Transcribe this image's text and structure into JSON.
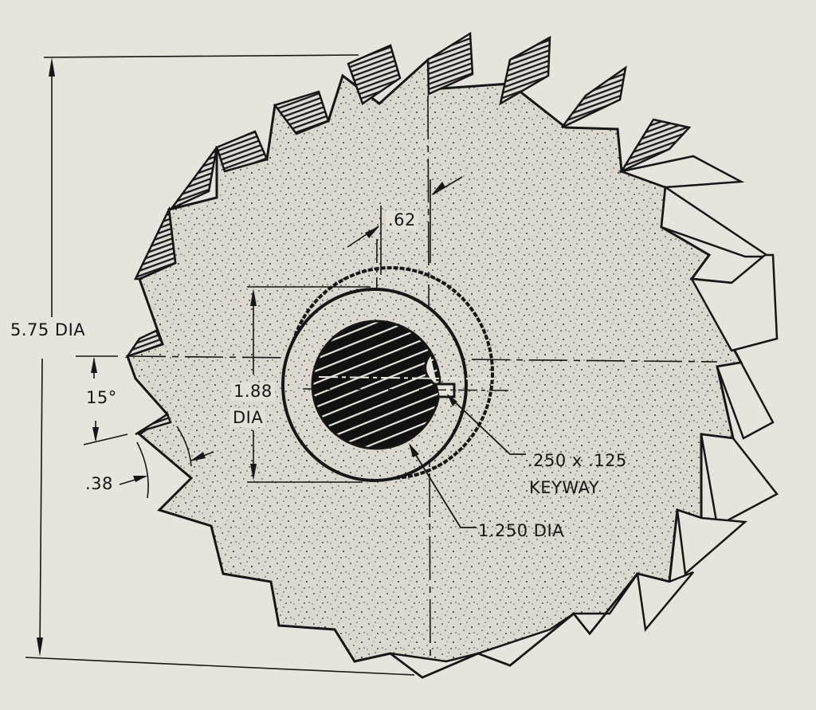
{
  "drawing": {
    "subject": "Saw-tooth milling cutter (plain metal slitting saw)",
    "colors": {
      "paper": "#e7e3dd",
      "body_fill": "#dcd8d0",
      "ink": "#161616",
      "stipple": "#2a2a2a"
    },
    "tooth_count_visible": 28,
    "dimensions": {
      "outer_diameter": "5.75 DIA",
      "tooth_angle": "15°",
      "tooth_depth": ".38",
      "hub_offset": ".62",
      "hub_diameter_value": "1.88",
      "hub_diameter_unit": "DIA",
      "keyway_size": ".250 x .125",
      "keyway_label": "KEYWAY",
      "bore_diameter": "1.250 DIA"
    }
  }
}
